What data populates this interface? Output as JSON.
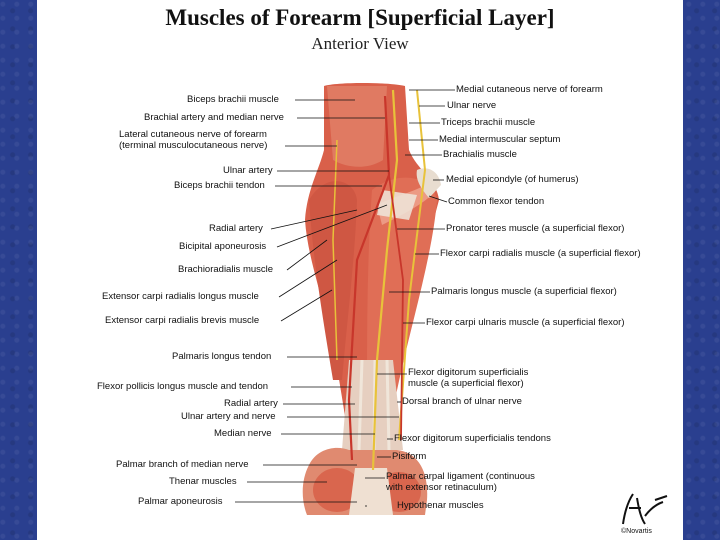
{
  "title": "Muscles of Forearm [Superficial Layer]",
  "subtitle": "Anterior View",
  "labels_left": [
    {
      "id": "biceps-brachii-muscle",
      "text": "Biceps brachii muscle"
    },
    {
      "id": "brachial-artery",
      "text": "Brachial artery and median nerve"
    },
    {
      "id": "lateral-cutaneous-1",
      "text": "Lateral cutaneous nerve of forearm"
    },
    {
      "id": "lateral-cutaneous-2",
      "text": "(terminal musculocutaneous nerve)"
    },
    {
      "id": "ulnar-artery",
      "text": "Ulnar artery"
    },
    {
      "id": "biceps-tendon",
      "text": "Biceps brachii tendon"
    },
    {
      "id": "radial-artery",
      "text": "Radial artery"
    },
    {
      "id": "bicipital-aponeurosis",
      "text": "Bicipital aponeurosis"
    },
    {
      "id": "brachioradialis",
      "text": "Brachioradialis muscle"
    },
    {
      "id": "ecrl",
      "text": "Extensor carpi radialis longus muscle"
    },
    {
      "id": "ecrb",
      "text": "Extensor carpi radialis brevis muscle"
    },
    {
      "id": "palmaris-tendon",
      "text": "Palmaris longus tendon"
    },
    {
      "id": "fpl",
      "text": "Flexor pollicis longus muscle and tendon"
    },
    {
      "id": "radial-artery-2",
      "text": "Radial artery"
    },
    {
      "id": "ulnar-artery-nerve",
      "text": "Ulnar artery and nerve"
    },
    {
      "id": "median-nerve",
      "text": "Median nerve"
    },
    {
      "id": "palmar-branch",
      "text": "Palmar branch of median nerve"
    },
    {
      "id": "thenar",
      "text": "Thenar muscles"
    },
    {
      "id": "palmar-aponeurosis",
      "text": "Palmar aponeurosis"
    }
  ],
  "labels_right": [
    {
      "id": "medial-cutaneous",
      "text": "Medial cutaneous  nerve of forearm"
    },
    {
      "id": "ulnar-nerve",
      "text": "Ulnar nerve"
    },
    {
      "id": "triceps",
      "text": "Triceps brachii muscle"
    },
    {
      "id": "medial-septum",
      "text": "Medial intermuscular septum"
    },
    {
      "id": "brachialis",
      "text": "Brachialis muscle"
    },
    {
      "id": "medial-epicondyle",
      "text": "Medial epicondyle (of humerus)"
    },
    {
      "id": "common-flexor",
      "text": "Common flexor tendon"
    },
    {
      "id": "pronator-teres",
      "text": "Pronator teres muscle (a superficial flexor)"
    },
    {
      "id": "fcr",
      "text": "Flexor carpi radialis muscle (a superficial flexor)"
    },
    {
      "id": "palmaris-longus",
      "text": "Palmaris longus muscle (a superficial flexor)"
    },
    {
      "id": "fcu",
      "text": "Flexor carpi ulnaris muscle (a superficial flexor)"
    },
    {
      "id": "fds-1",
      "text": "Flexor digitorum superficialis"
    },
    {
      "id": "fds-2",
      "text": "muscle (a superficial flexor)"
    },
    {
      "id": "dorsal-branch",
      "text": "Dorsal branch of ulnar nerve"
    },
    {
      "id": "fds-tendons",
      "text": "Flexor digitorum superficialis tendons"
    },
    {
      "id": "pisiform",
      "text": "Pisiform"
    },
    {
      "id": "palmar-carpal-1",
      "text": "Palmar carpal ligament (continuous"
    },
    {
      "id": "palmar-carpal-2",
      "text": "with extensor retinaculum)"
    },
    {
      "id": "hypothenar",
      "text": "Hypothenar muscles"
    }
  ],
  "logo": {
    "signature": "F. Netter",
    "credit": "©Novartis"
  },
  "colors": {
    "muscle": "#d9604a",
    "muscle_light": "#ec9a84",
    "tendon": "#e8ddd0",
    "nerve": "#e8c23a",
    "artery": "#c8362b",
    "background": "#2a3f8f"
  }
}
